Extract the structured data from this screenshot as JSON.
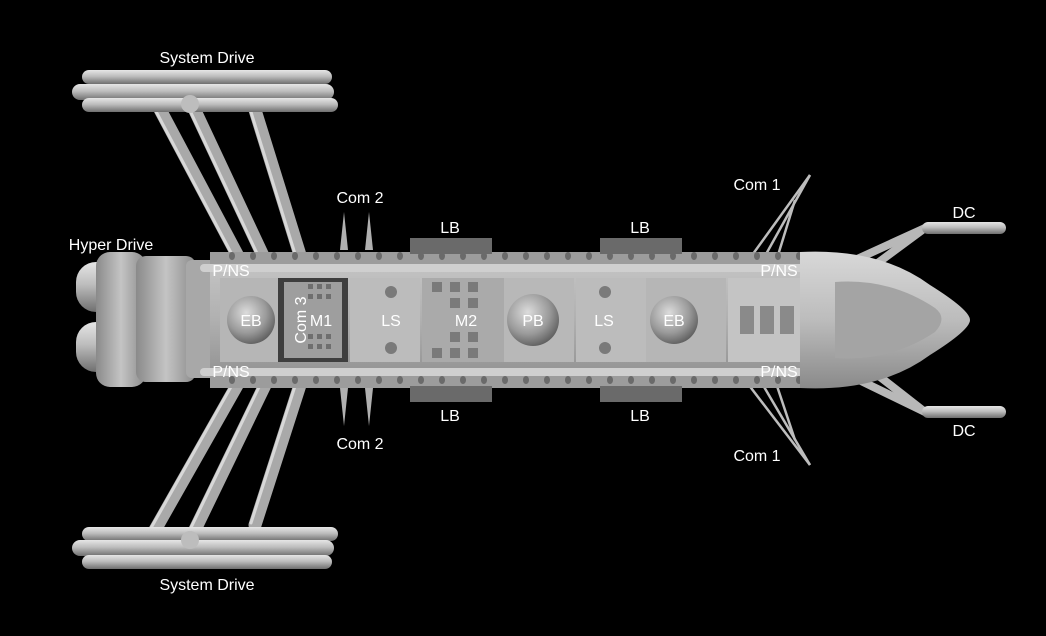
{
  "labels": {
    "system_drive_top": "System Drive",
    "system_drive_bottom": "System Drive",
    "hyper_drive": "Hyper Drive",
    "com2_top": "Com 2",
    "com2_bottom": "Com 2",
    "com1_top": "Com 1",
    "com1_bottom": "Com 1",
    "com3": "Com 3",
    "lb_top_left": "LB",
    "lb_top_right": "LB",
    "lb_bottom_left": "LB",
    "lb_bottom_right": "LB",
    "dc_top": "DC",
    "dc_bottom": "DC",
    "pns_top_left": "P/NS",
    "pns_top_right": "P/NS",
    "pns_bottom_left": "P/NS",
    "pns_bottom_right": "P/NS",
    "eb_left": "EB",
    "m1": "M1",
    "ls_left": "LS",
    "m2": "M2",
    "pb": "PB",
    "ls_right": "LS",
    "eb_right": "EB"
  },
  "colors": {
    "background": "#000000",
    "hull": "#b4b4b4",
    "hull_light": "#d2d2d2",
    "hull_dark": "#7a7a7a",
    "bay": "#5e5e5e",
    "text": "#ffffff"
  }
}
